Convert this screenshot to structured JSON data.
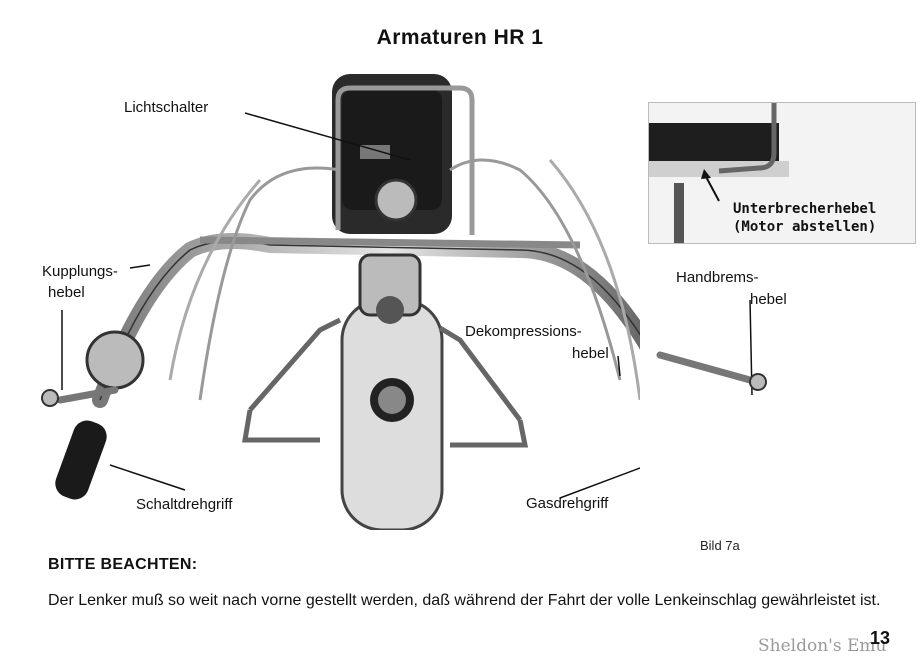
{
  "title": "Armaturen HR 1",
  "labels": {
    "lichtschalter": "Lichtschalter",
    "kupplung_1": "Kupplungs-",
    "kupplung_2": "hebel",
    "handbrems_1": "Handbrems-",
    "handbrems_2": "hebel",
    "dekomp_1": "Dekompressions-",
    "dekomp_2": "hebel",
    "schalt": "Schaltdrehgriff",
    "gas": "Gasdrehgriff"
  },
  "inset": {
    "line1": "Unterbrecherhebel",
    "line2": "(Motor abstellen)"
  },
  "caption": "Bild 7a",
  "notice": {
    "heading": "BITTE BEACHTEN:",
    "text": "Der Lenker muß so weit nach vorne gestellt werden, daß während der Fahrt der volle Lenkeinschlag gewährleistet ist."
  },
  "page_number": "13",
  "watermark": "Sheldon's Emu"
}
